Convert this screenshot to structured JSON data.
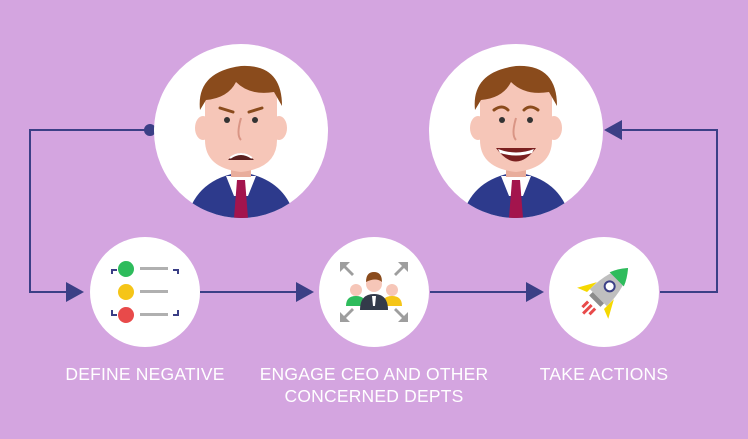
{
  "colors": {
    "background": "#d4a5e0",
    "connector": "#3b3f86",
    "circle": "#ffffff",
    "suit": "#2d3a8c",
    "tie": "#a3144d",
    "hair": "#8a4b1c",
    "skin": "#f6c6b8",
    "green": "#2ebc5c",
    "yellow": "#f5c518",
    "red": "#e84a4a",
    "rocket_body": "#bfbfbf",
    "rocket_fin": "#f5d800",
    "rocket_tip": "#2ebc5c"
  },
  "steps": [
    {
      "id": "define",
      "label_lines": [
        "DEFINE NEGATIVE"
      ],
      "icon": "checklist-icon"
    },
    {
      "id": "engage",
      "label_lines": [
        "ENGAGE CEO AND OTHER",
        "CONCERNED DEPTS"
      ],
      "icon": "team-meeting-icon"
    },
    {
      "id": "act",
      "label_lines": [
        "TAKE ACTIONS"
      ],
      "icon": "rocket-icon"
    }
  ],
  "faces": {
    "before": {
      "expression": "sad",
      "icon": "sad-businessman-icon"
    },
    "after": {
      "expression": "happy",
      "icon": "happy-businessman-icon"
    }
  }
}
